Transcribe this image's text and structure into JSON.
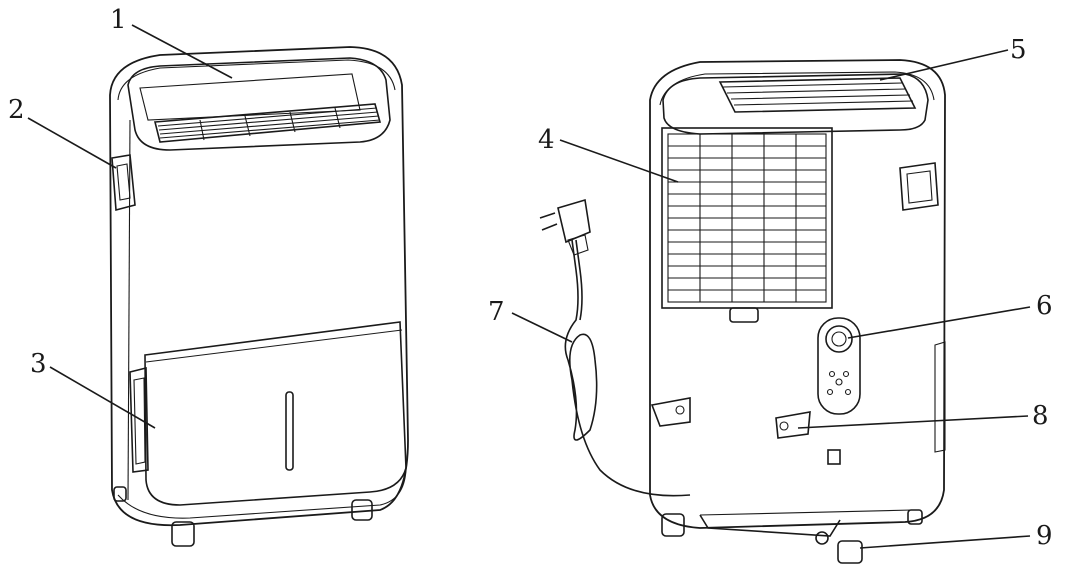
{
  "callouts": [
    {
      "id": "1"
    },
    {
      "id": "2"
    },
    {
      "id": "3"
    },
    {
      "id": "4"
    },
    {
      "id": "5"
    },
    {
      "id": "6"
    },
    {
      "id": "7"
    },
    {
      "id": "8"
    },
    {
      "id": "9"
    }
  ],
  "colors": {
    "line": "#1a1a1a",
    "background": "#ffffff"
  }
}
